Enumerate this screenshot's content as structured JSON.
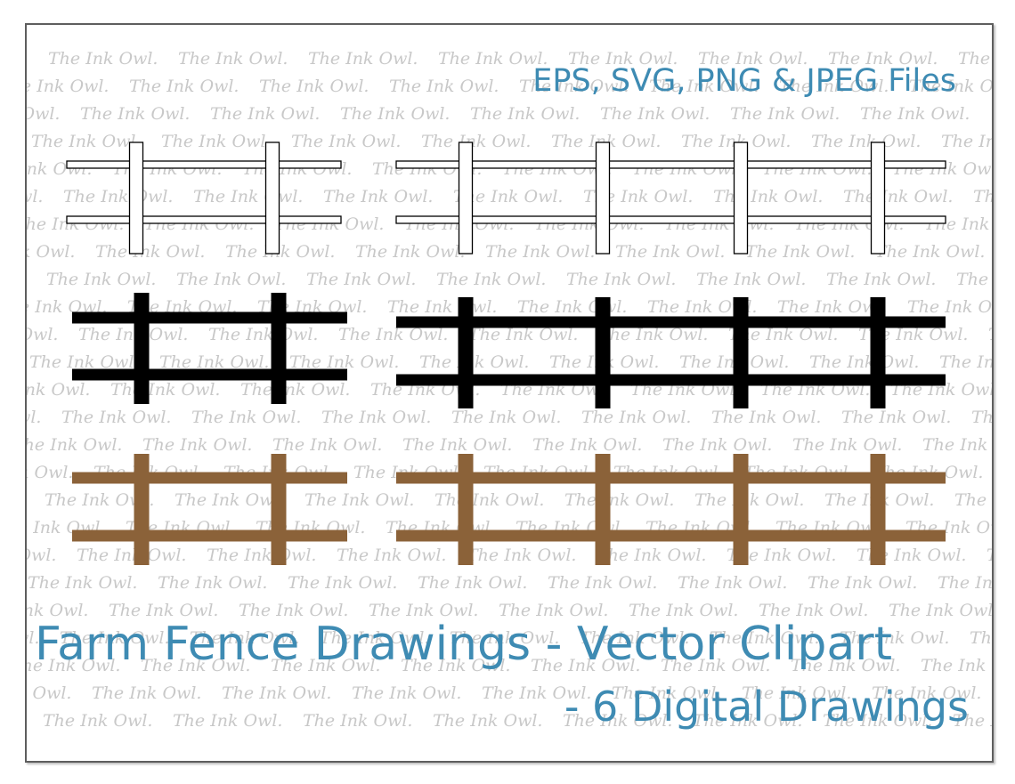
{
  "watermark": {
    "text": "The Ink Owl.",
    "color": "#c8c8c8"
  },
  "header": {
    "formats_label": "EPS, SVG, PNG & JPEG Files"
  },
  "titles": {
    "main": "Farm Fence Drawings - Vector Clipart",
    "sub": "- 6 Digital Drawings"
  },
  "colors": {
    "title_blue": "#3e8bb3",
    "fence_outline": "#000000",
    "fence_black": "#000000",
    "fence_brown": "#8b6239"
  },
  "fences": [
    {
      "name": "short-outline-fence",
      "style": "outline",
      "posts": 2
    },
    {
      "name": "long-outline-fence",
      "style": "outline",
      "posts": 4
    },
    {
      "name": "short-black-fence",
      "style": "black",
      "posts": 2
    },
    {
      "name": "long-black-fence",
      "style": "black",
      "posts": 4
    },
    {
      "name": "short-brown-fence",
      "style": "brown",
      "posts": 2
    },
    {
      "name": "long-brown-fence",
      "style": "brown",
      "posts": 4
    }
  ]
}
